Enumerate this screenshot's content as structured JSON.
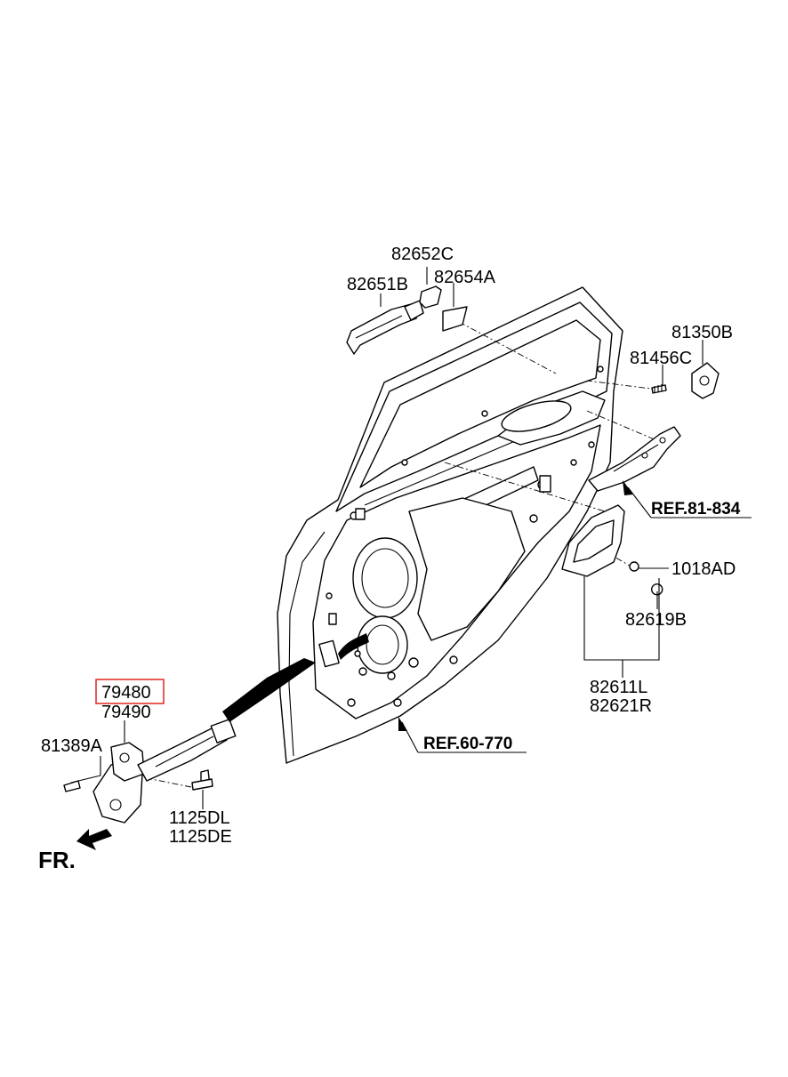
{
  "labels": {
    "p82652C": "82652C",
    "p82651B": "82651B",
    "p82654A": "82654A",
    "p81350B": "81350B",
    "p81456C": "81456C",
    "p1018AD": "1018AD",
    "p82619B": "82619B",
    "p82611L": "82611L",
    "p82621R": "82621R",
    "p79480": "79480",
    "p79490": "79490",
    "p81389A": "81389A",
    "p1125DL": "1125DL",
    "p1125DE": "1125DE"
  },
  "references": {
    "ref_81_834": "REF.81-834",
    "ref_60_770": "REF.60-770"
  },
  "direction": {
    "front": "FR."
  },
  "highlight": {
    "part": "79480",
    "color": "#e0261f"
  }
}
